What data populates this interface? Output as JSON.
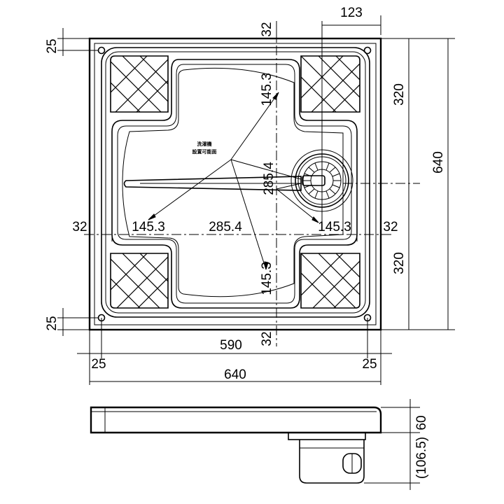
{
  "dimensions": {
    "top_drain_offset": "123",
    "left_margin_top": "25",
    "center_top_gap": "32",
    "diag_upper": "145.3",
    "upper_half": "320",
    "total_height": "640",
    "diag_center_vertical": "285.4",
    "left_gap": "32",
    "diag_left": "145.3",
    "center_width": "285.4",
    "diag_right": "145.3",
    "right_gap": "32",
    "lower_half": "320",
    "diag_lower": "145.3",
    "left_margin_bottom": "25",
    "center_bottom_gap": "32",
    "hole_spacing": "590",
    "bottom_left_margin": "25",
    "bottom_right_margin": "25",
    "total_width": "640",
    "side_height": "60",
    "side_total_height": "(106.5)"
  },
  "labels": {
    "install_area_line1": "洗濯機",
    "install_area_line2": "設置可能面"
  }
}
